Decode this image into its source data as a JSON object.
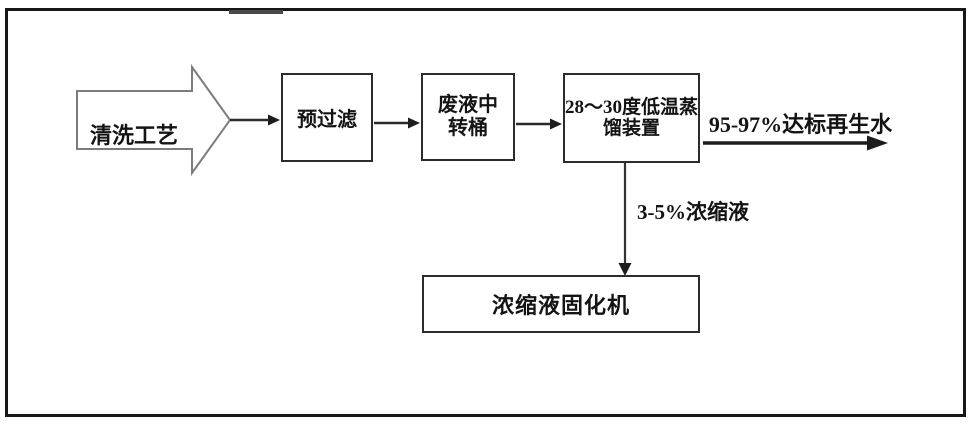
{
  "flowchart": {
    "source_arrow": {
      "label": "清洗工艺"
    },
    "boxes": {
      "prefilter": {
        "label": "预过滤"
      },
      "transfer": {
        "label": "废液中\n转桶"
      },
      "distiller": {
        "label": "28～30度低温蒸\n馏装置"
      },
      "solidifier": {
        "label": "浓缩液固化机"
      }
    },
    "flow_labels": {
      "regenerated_water": "95-97%达标再生水",
      "concentrate": "3-5%浓缩液"
    },
    "colors": {
      "frame_border": "#171717",
      "box_border": "#2c2c2c",
      "big_arrow_outline": "#7c7c7c",
      "connector_line": "#2b2b2b",
      "text": "#141414"
    }
  }
}
